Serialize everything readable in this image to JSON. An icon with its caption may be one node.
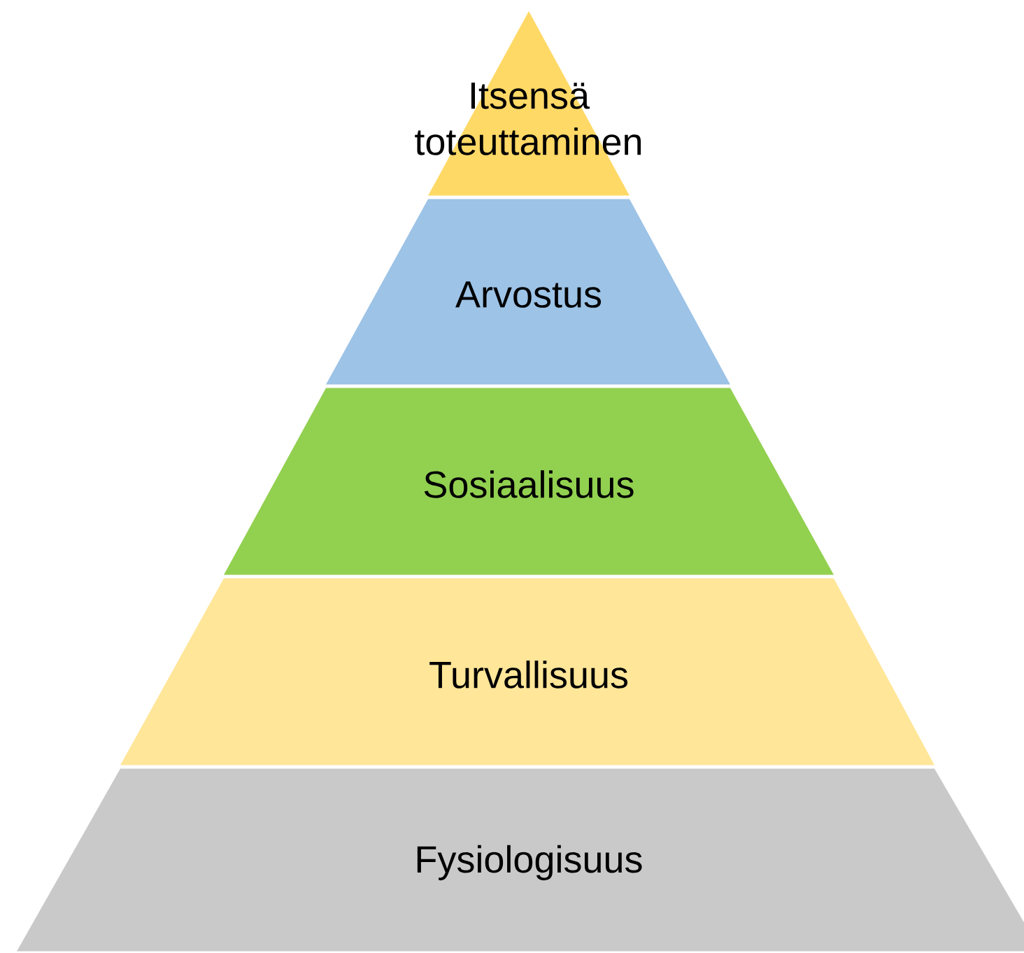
{
  "diagram": {
    "nodes": [
      {
        "text": [
          "Itsensä toteuttaminen"
        ]
      },
      {
        "text": [
          "Arvostus"
        ]
      },
      {
        "text": [
          "Sosiaalisuus"
        ]
      },
      {
        "text": [
          "Turvallisuus"
        ]
      },
      {
        "text": [
          "Fysiologisuus"
        ]
      }
    ]
  }
}
